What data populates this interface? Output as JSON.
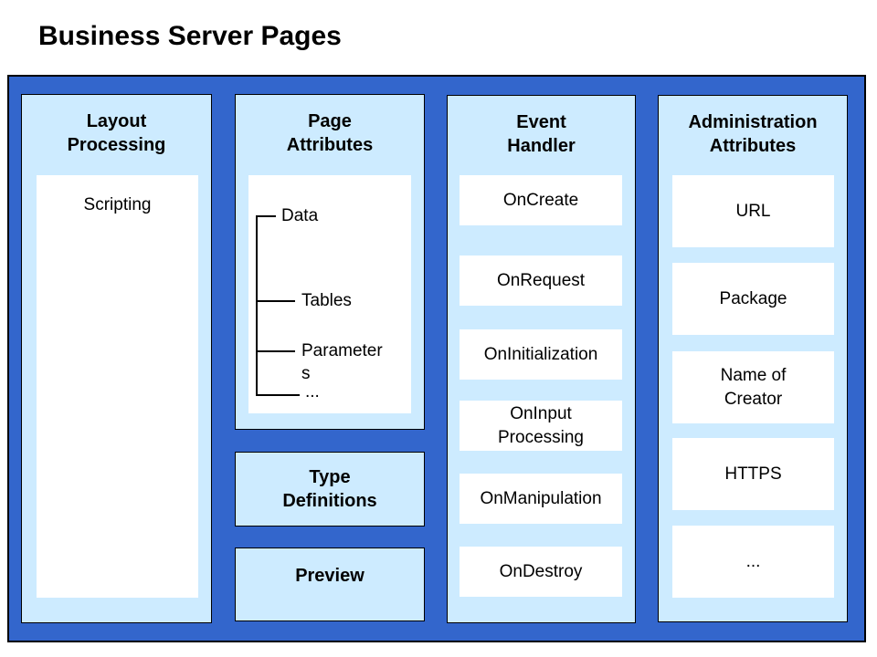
{
  "title": "Business Server Pages",
  "diagram": {
    "layout_processing": {
      "header_line1": "Layout",
      "header_line2": "Processing",
      "items": [
        "Scripting"
      ]
    },
    "page_attributes": {
      "header_line1": "Page",
      "header_line2": "Attributes",
      "tree_items": [
        "Data",
        "Tables",
        "Parameters",
        "..."
      ],
      "sub_boxes": {
        "type_definitions": "Type Definitions",
        "preview": "Preview"
      }
    },
    "event_handler": {
      "header_line1": "Event",
      "header_line2": "Handler",
      "items": [
        "OnCreate",
        "OnRequest",
        "OnInitialization",
        "OnInput Processing",
        "OnManipulation",
        "OnDestroy"
      ]
    },
    "administration_attributes": {
      "header_line1": "Administration",
      "header_line2": "Attributes",
      "items": [
        "URL",
        "Package",
        "Name of Creator",
        "HTTPS",
        "..."
      ]
    }
  },
  "colors": {
    "container_blue": "#3366CC",
    "panel_light_blue": "#CDEBFF",
    "box_white": "#FFFFFF",
    "border_black": "#000000",
    "title_black": "#000000"
  }
}
